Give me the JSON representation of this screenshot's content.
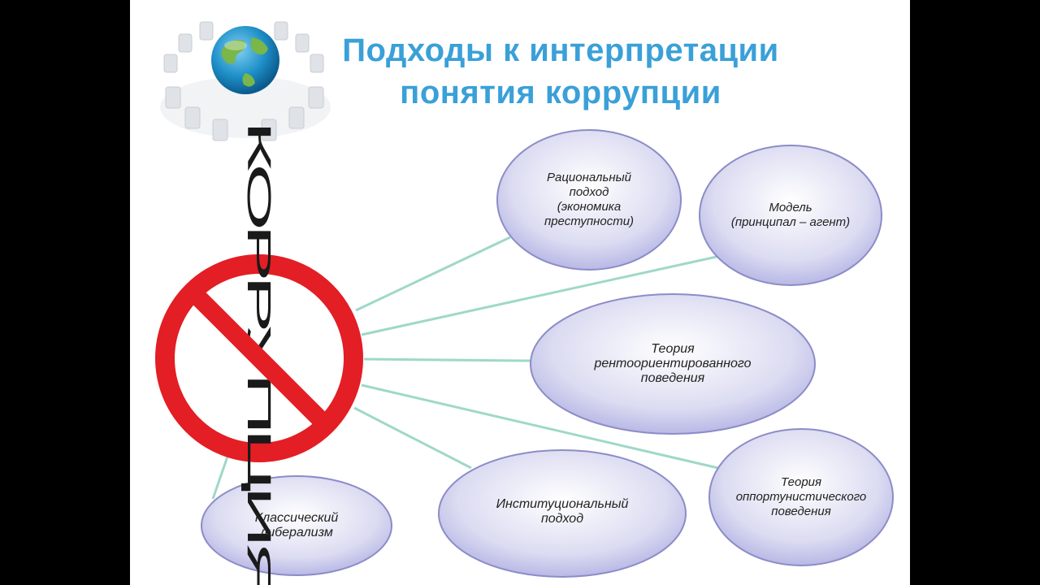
{
  "title": {
    "line1": "Подходы к интерпретации",
    "line2": "понятия коррупции"
  },
  "center": {
    "word": "КОРРУПЦИЯ",
    "ring_color": "#e31e24"
  },
  "nodes": [
    {
      "id": "rational",
      "lines": [
        "Рациональный",
        "подход",
        "(экономика",
        "преступности)"
      ]
    },
    {
      "id": "model",
      "lines": [
        "Модель",
        "(принципал – агент)"
      ]
    },
    {
      "id": "rent",
      "lines": [
        "Теория",
        "рентоориентированного",
        "поведения"
      ]
    },
    {
      "id": "opportunistic",
      "lines": [
        "Теория",
        "оппортунистического",
        "поведения"
      ]
    },
    {
      "id": "institutional",
      "lines": [
        "Институциональный",
        "подход"
      ]
    },
    {
      "id": "liberalism",
      "lines": [
        "Классический",
        "либерализм"
      ]
    }
  ],
  "colors": {
    "title": "#3aa0d8",
    "node_fill_inner": "#ffffff",
    "node_fill_outer": "#b8b8e6",
    "node_stroke": "#8c8cc8",
    "connector": "#9fd8c8"
  }
}
